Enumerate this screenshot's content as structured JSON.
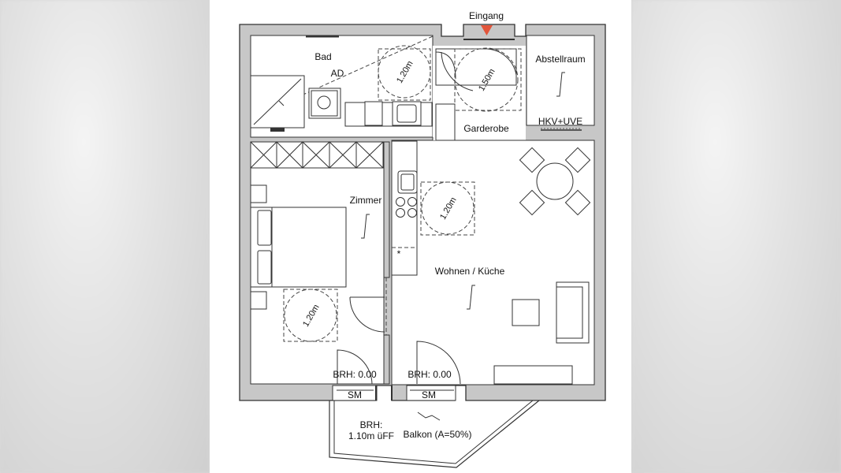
{
  "rooms": {
    "entrance": "Eingang",
    "bath": "Bad",
    "bath_ad": "AD",
    "storage": "Abstellraum",
    "storage_tech": "HKV+UVE",
    "wardrobe": "Garderobe",
    "bedroom": "Zimmer",
    "living_kitchen": "Wohnen / Küche",
    "balcony": "Balkon (A=50%)"
  },
  "labels": {
    "turn_bath": "1.20m",
    "turn_entry": "1.50m",
    "turn_kitchen": "1.20m",
    "turn_bedroom": "1.20m",
    "brh_left": "BRH: 0.00",
    "brh_right": "BRH: 0.00",
    "sm_left": "SM",
    "sm_right": "SM",
    "balcony_brh_1": "BRH:",
    "balcony_brh_2": "1.10m üFF",
    "star": "*"
  },
  "colors": {
    "entrance_marker": "#e2553a",
    "wall_fill": "#c7c7c7",
    "line": "#333333"
  }
}
